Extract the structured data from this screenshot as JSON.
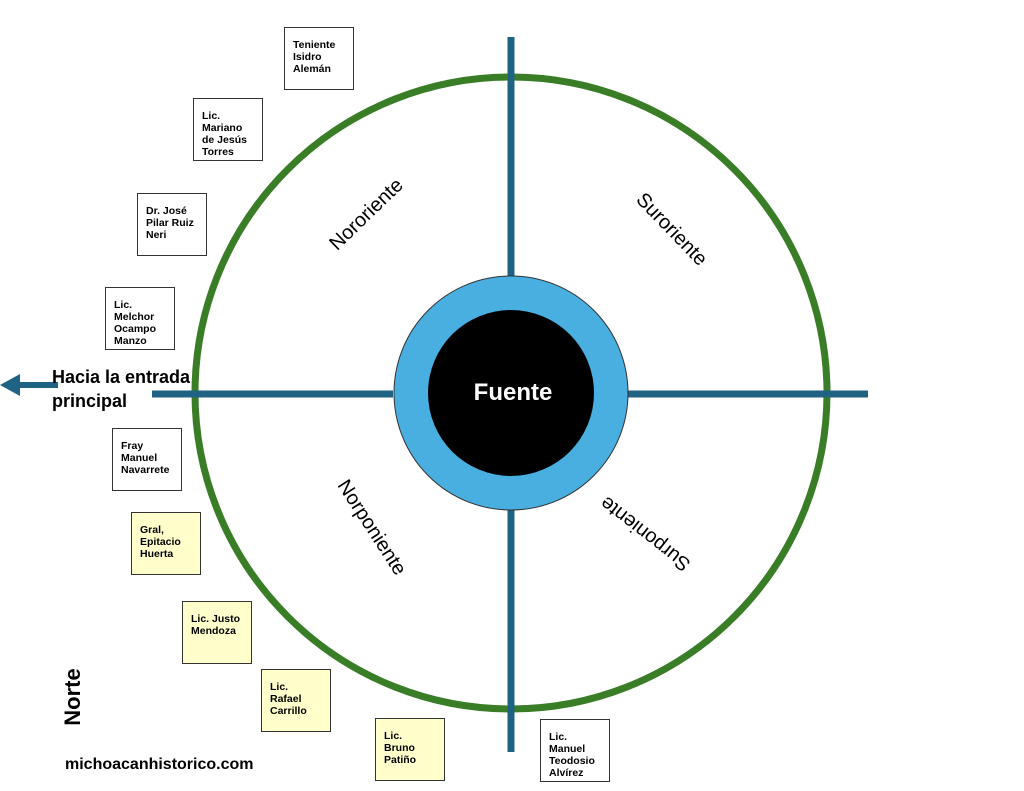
{
  "diagram": {
    "center_label": "Fuente",
    "quadrants": {
      "nororiente": "Nororiente",
      "suroriente": "Suroriente",
      "norponiente": "Norponiente",
      "surponiente": "Surponiente"
    },
    "entrance_label": "Hacia la entrada\nprincipal",
    "north_label": "Norte",
    "website": "michoacanhistorico.com",
    "colors": {
      "ring": "#3a7d27",
      "axes": "#1f6283",
      "fountain_outer": "#49aee0",
      "fountain_inner": "#000000",
      "highlight_box": "#ffffcc"
    },
    "names": [
      {
        "text": "Teniente\nIsidro\nAlemán",
        "highlighted": false
      },
      {
        "text": "Lic.\nMariano\nde Jesús\nTorres",
        "highlighted": false
      },
      {
        "text": "Dr. José\nPilar Ruiz\nNeri",
        "highlighted": false
      },
      {
        "text": "Lic.\nMelchor\nOcampo\nManzo",
        "highlighted": false
      },
      {
        "text": "Fray\nManuel\nNavarrete",
        "highlighted": false
      },
      {
        "text": "Gral,\nEpitacio\nHuerta",
        "highlighted": true
      },
      {
        "text": "Lic. Justo\nMendoza",
        "highlighted": true
      },
      {
        "text": "Lic.\nRafael\nCarrillo",
        "highlighted": true
      },
      {
        "text": "Lic.\nBruno\nPatiño",
        "highlighted": true
      },
      {
        "text": "Lic.\nManuel\nTeodosio\nAlvírez",
        "highlighted": false
      }
    ]
  }
}
